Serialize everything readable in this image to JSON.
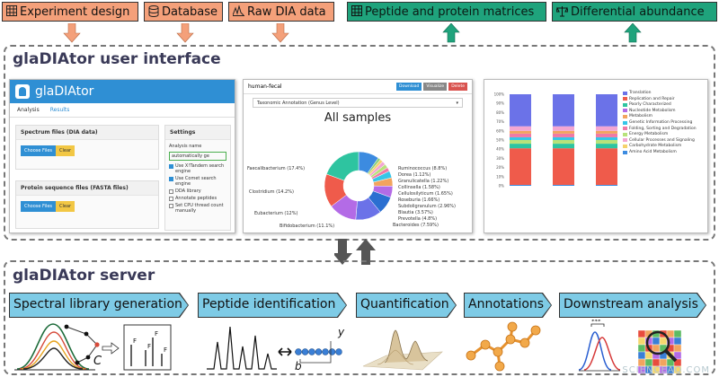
{
  "inputs": [
    {
      "label": "Experiment design",
      "icon": "table-icon"
    },
    {
      "label": "Database",
      "icon": "database-icon"
    },
    {
      "label": "Raw DIA data",
      "icon": "bar-chart-icon"
    }
  ],
  "outputs": [
    {
      "label": "Peptide and protein matrices",
      "icon": "table-icon"
    },
    {
      "label": "Differential abundance",
      "icon": "scales-icon"
    }
  ],
  "ui_panel": {
    "title": "glaDIAtor user interface"
  },
  "server_panel": {
    "title": "glaDIAtor server"
  },
  "screenshot_app": {
    "app_name": "glaDIAtor",
    "tabs": [
      "Analysis",
      "Results"
    ],
    "spectrum_card": "Spectrum files (DIA data)",
    "protein_card": "Protein sequence files (FASTA files)",
    "choose_files": "Choose Files",
    "clear": "Clear",
    "settings_title": "Settings",
    "analysis_name_label": "Analysis name",
    "analysis_name_value": "automatically ge",
    "options": [
      {
        "label": "Use X!Tandem search engine",
        "checked": true
      },
      {
        "label": "Use Comet search engine",
        "checked": true
      },
      {
        "label": "DDA library",
        "checked": false
      },
      {
        "label": "Annotate peptides",
        "checked": false
      },
      {
        "label": "Set CPU thread count manually",
        "checked": false
      }
    ]
  },
  "screenshot_pie": {
    "dataset": "human-fecal",
    "buttons": [
      "Download",
      "Visualize",
      "Delete"
    ],
    "select_value": "Taxonomic Annotation (Genus Level)",
    "title": "All samples",
    "labels_left": [
      "Faecalibacterium (17.4%)",
      "Clostridium (14.2%)",
      "Eubacterium (12%)",
      "Bifidobacterium (11.1%)"
    ],
    "labels_right": [
      "Ruminococcus (8.8%)",
      "Dorea (1.12%)",
      "Granulicatella (1.22%)",
      "Collinsella (1.58%)",
      "Cellulosilyticum (1.65%)",
      "Roseburia (1.66%)",
      "Subdoligranulum (2.96%)",
      "Blautia (3.57%)",
      "Prevotella (4.8%)",
      "Bacteroides (7.59%)"
    ]
  },
  "screenshot_bar": {
    "ytick_labels": [
      "100%",
      "90%",
      "80%",
      "70%",
      "60%",
      "50%",
      "40%",
      "30%",
      "20%",
      "10%",
      "0%"
    ],
    "legend": [
      {
        "label": "Translation",
        "color": "#6b72e8"
      },
      {
        "label": "Replication and Repair",
        "color": "#ef5b4b"
      },
      {
        "label": "Poorly Characterized",
        "color": "#2ec4a0"
      },
      {
        "label": "Nucleotide Metabolism",
        "color": "#b36be6"
      },
      {
        "label": "Metabolism",
        "color": "#f2a45e"
      },
      {
        "label": "Genetic Information Processing",
        "color": "#35c6e8"
      },
      {
        "label": "Folding, Sorting and Degradation",
        "color": "#f07aa5"
      },
      {
        "label": "Energy Metabolism",
        "color": "#b7e27a"
      },
      {
        "label": "Cellular Processes and Signaling",
        "color": "#f3a6d2"
      },
      {
        "label": "Carbohydrate Metabolism",
        "color": "#f5d26b"
      },
      {
        "label": "Amino Acid Metabolism",
        "color": "#3c8be0"
      }
    ]
  },
  "server_steps": [
    {
      "label": "Spectral library generation"
    },
    {
      "label": "Peptide identification"
    },
    {
      "label": "Quantification"
    },
    {
      "label": "Annotations"
    },
    {
      "label": "Downstream analysis"
    }
  ],
  "illustration_text": {
    "c_label": "C",
    "f_labels": [
      "F",
      "F",
      "F",
      "F"
    ],
    "b_label": "b",
    "y_label": "y",
    "significance": "***"
  },
  "watermark": "SCIENCEAQ.COM"
}
